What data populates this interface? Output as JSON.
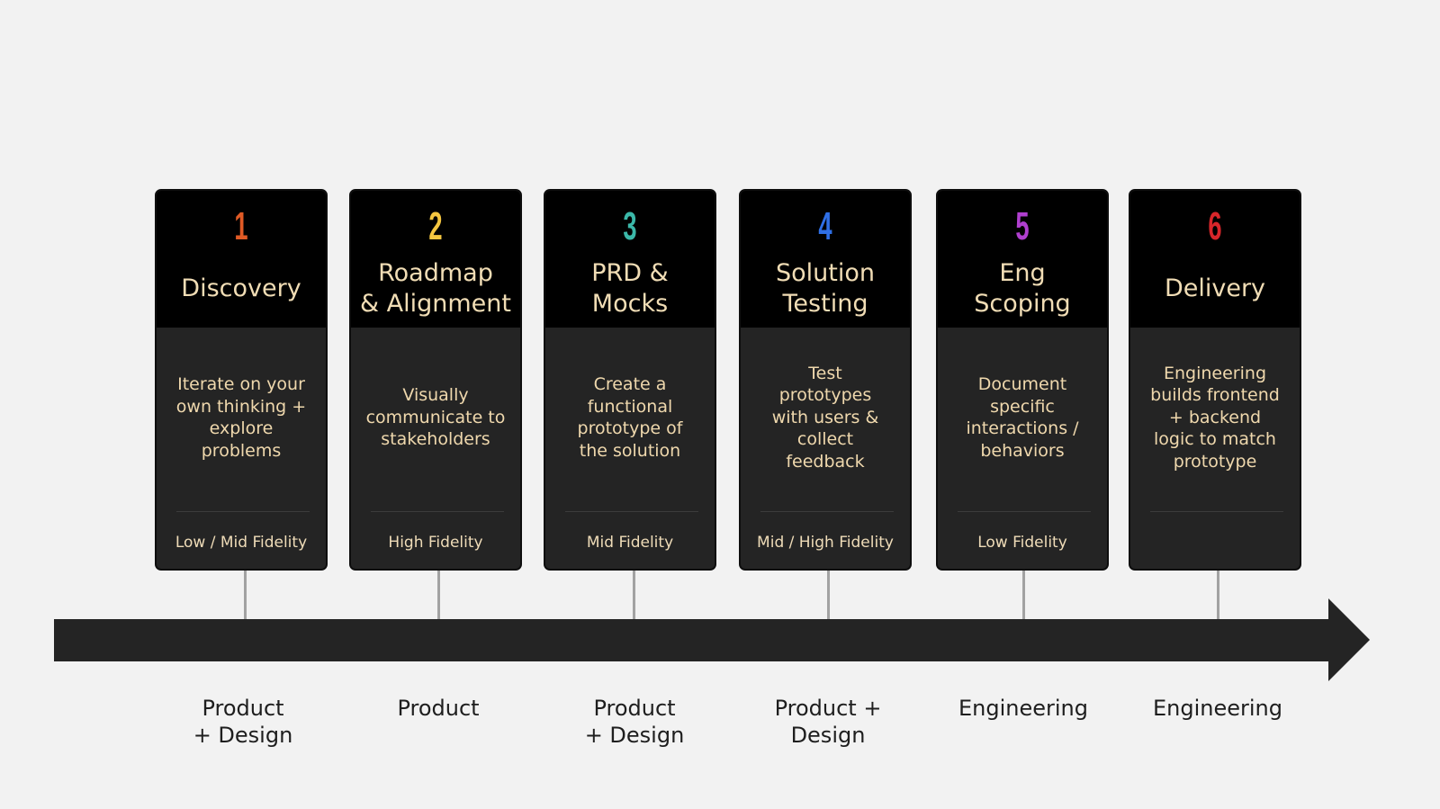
{
  "steps": [
    {
      "number": "1",
      "title": "Discovery",
      "description": "Iterate on your\nown thinking +\nexplore\nproblems",
      "fidelity": "Low / Mid Fidelity",
      "owner": "Product\n+ Design",
      "color": "#e05a25"
    },
    {
      "number": "2",
      "title": "Roadmap\n& Alignment",
      "description": "Visually\ncommunicate to\nstakeholders",
      "fidelity": "High Fidelity",
      "owner": "Product",
      "color": "#f5c640"
    },
    {
      "number": "3",
      "title": "PRD &\nMocks",
      "description": "Create a\nfunctional\nprototype of\nthe solution",
      "fidelity": "Mid Fidelity",
      "owner": "Product\n+ Design",
      "color": "#3bb8a9"
    },
    {
      "number": "4",
      "title": "Solution\nTesting",
      "description": "Test\nprototypes\nwith users &\ncollect\nfeedback",
      "fidelity": "Mid / High Fidelity",
      "owner": "Product +\nDesign",
      "color": "#2f6fe6"
    },
    {
      "number": "5",
      "title": "Eng\nScoping",
      "description": "Document\nspecific\ninteractions /\nbehaviors",
      "fidelity": "Low Fidelity",
      "owner": "Engineering",
      "color": "#b03fcf"
    },
    {
      "number": "6",
      "title": "Delivery",
      "description": "Engineering\nbuilds frontend\n+ backend\nlogic to match\nprototype",
      "fidelity": "",
      "owner": "Engineering",
      "color": "#d8262a"
    }
  ]
}
